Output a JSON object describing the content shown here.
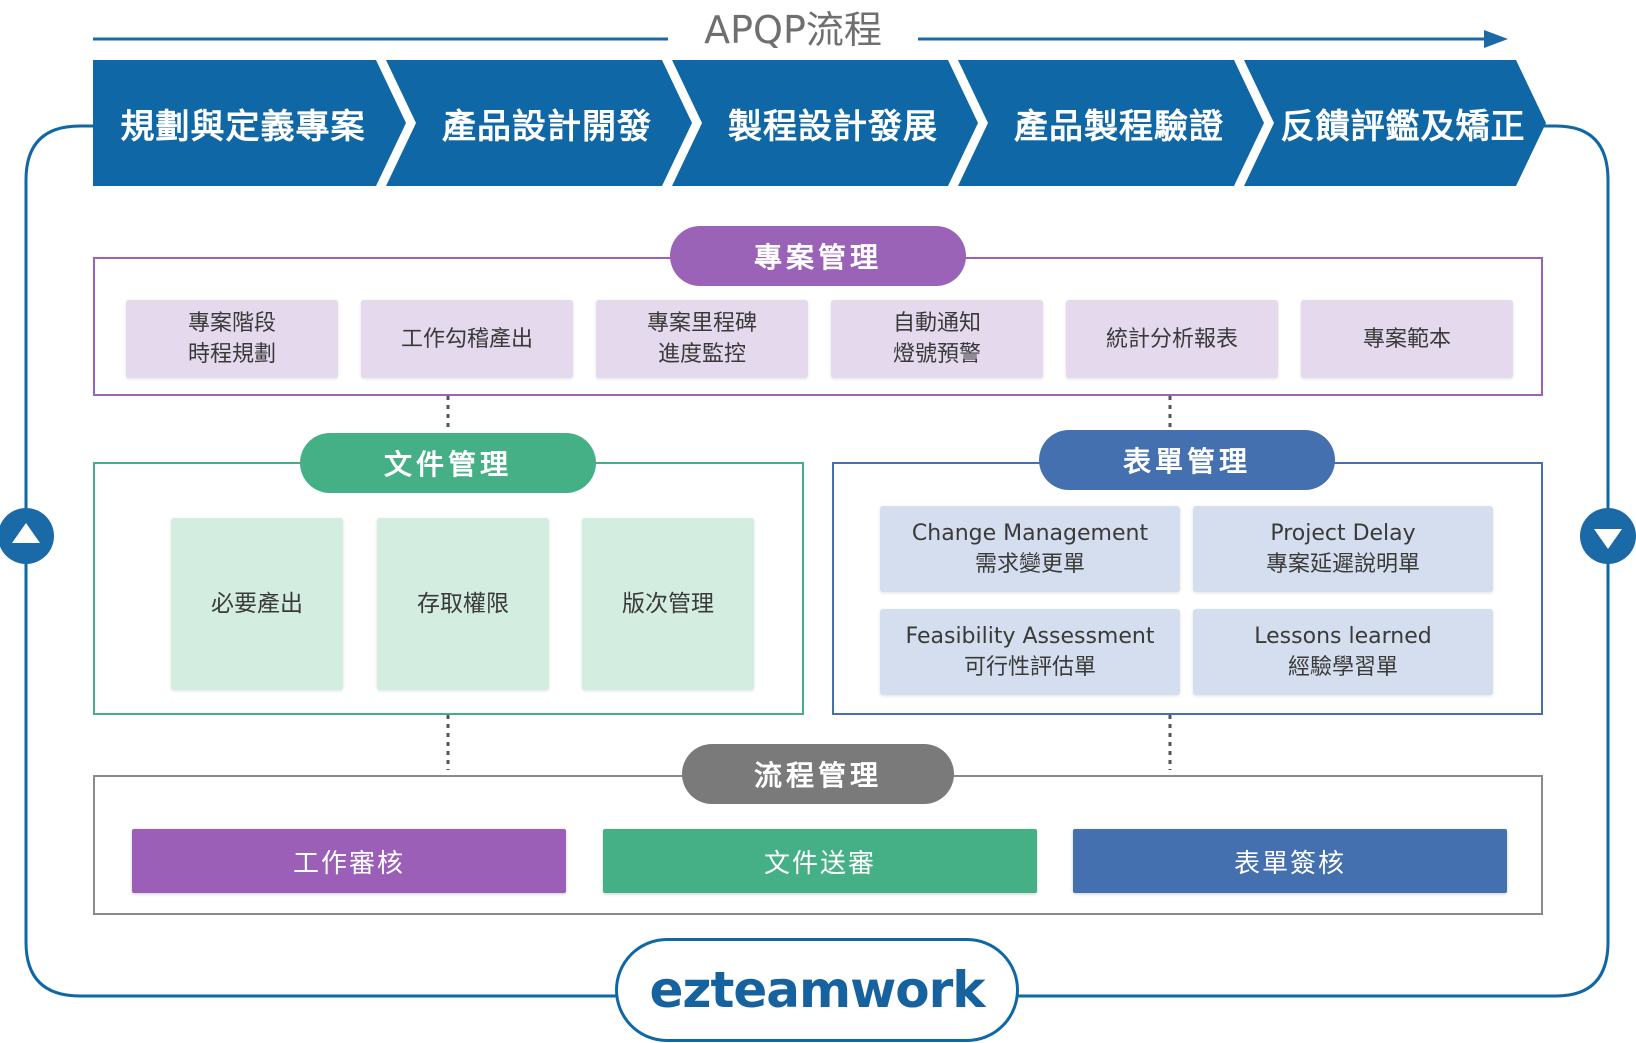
{
  "apqp": {
    "title": "APQP流程",
    "steps": [
      "規劃與定義專案",
      "產品設計開發",
      "製程設計發展",
      "產品製程驗證",
      "反饋評鑑及矯正"
    ]
  },
  "project_mgmt": {
    "title": "專案管理",
    "color": "#9b63b8",
    "items": [
      {
        "l1": "專案階段",
        "l2": "時程規劃"
      },
      {
        "l1": "工作勾稽產出",
        "l2": ""
      },
      {
        "l1": "專案里程碑",
        "l2": "進度監控"
      },
      {
        "l1": "自動通知",
        "l2": "燈號預警"
      },
      {
        "l1": "統計分析報表",
        "l2": ""
      },
      {
        "l1": "專案範本",
        "l2": ""
      }
    ]
  },
  "doc_mgmt": {
    "title": "文件管理",
    "color": "#45b086",
    "items": [
      "必要產出",
      "存取權限",
      "版次管理"
    ]
  },
  "form_mgmt": {
    "title": "表單管理",
    "color": "#4570b0",
    "items": [
      {
        "l1": "Change Management",
        "l2": "需求變更單"
      },
      {
        "l1": "Project Delay",
        "l2": "專案延遲說明單"
      },
      {
        "l1": "Feasibility Assessment",
        "l2": "可行性評估單"
      },
      {
        "l1": "Lessons learned",
        "l2": "經驗學習單"
      }
    ]
  },
  "flow_mgmt": {
    "title": "流程管理",
    "color": "#7a7a7a",
    "items": [
      {
        "label": "工作審核",
        "color": "#9b5fb8"
      },
      {
        "label": "文件送審",
        "color": "#45b086"
      },
      {
        "label": "表單簽核",
        "color": "#4570b0"
      }
    ]
  },
  "brand": {
    "name": "ezteamwork",
    "color": "#0f67a6"
  },
  "icons": {
    "left": "triangle-up-icon",
    "right": "triangle-down-icon"
  }
}
